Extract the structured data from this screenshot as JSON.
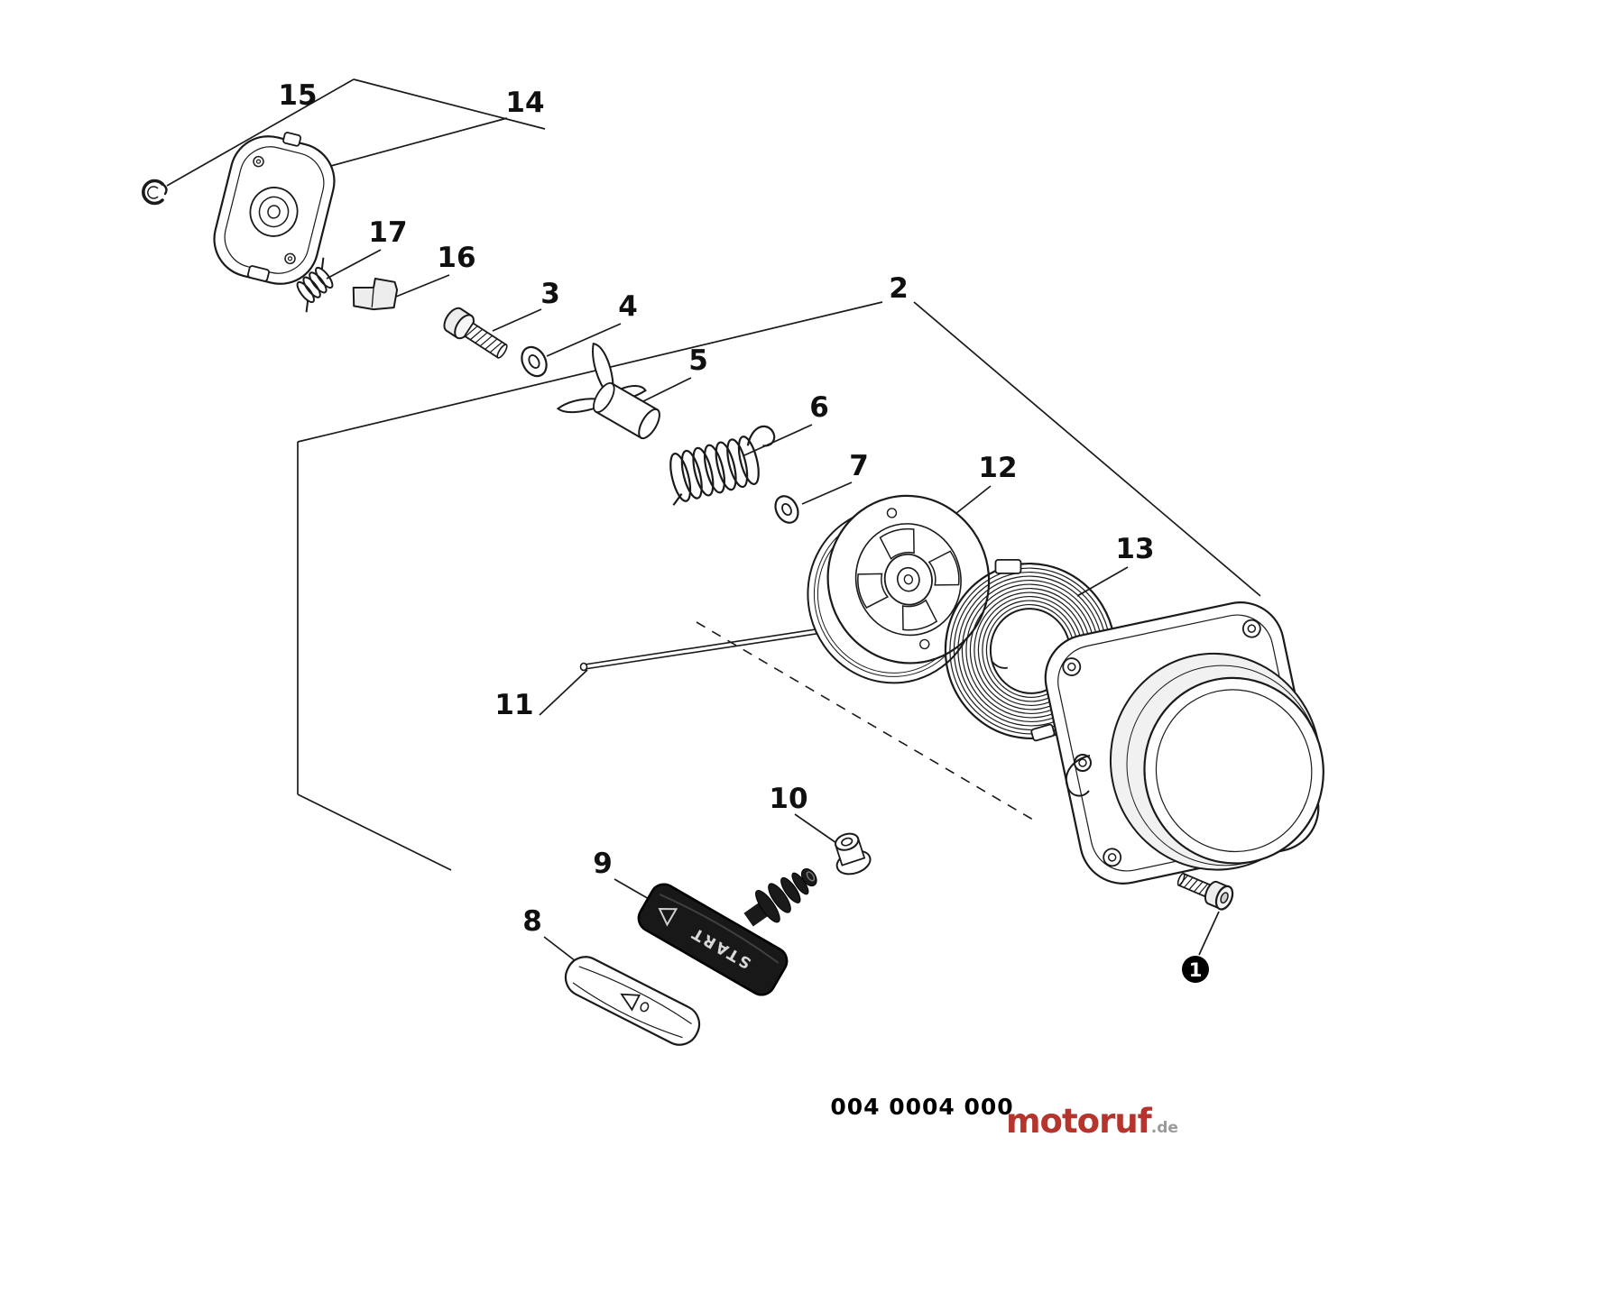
{
  "diagram": {
    "part_code": "004 0004 000",
    "grip_label": "START",
    "labels": {
      "l1": "1",
      "l2": "2",
      "l3": "3",
      "l4": "4",
      "l5": "5",
      "l6": "6",
      "l7": "7",
      "l8": "8",
      "l9": "9",
      "l10": "10",
      "l11": "11",
      "l12": "12",
      "l13": "13",
      "l14": "14",
      "l15": "15",
      "l16": "16",
      "l17": "17"
    }
  },
  "branding": {
    "logo": "motoruf",
    "logo_suffix": ".de"
  },
  "colors": {
    "line": "#1a1a1a",
    "logo_red": "#b5342c",
    "logo_gray": "#9a9a9a"
  }
}
